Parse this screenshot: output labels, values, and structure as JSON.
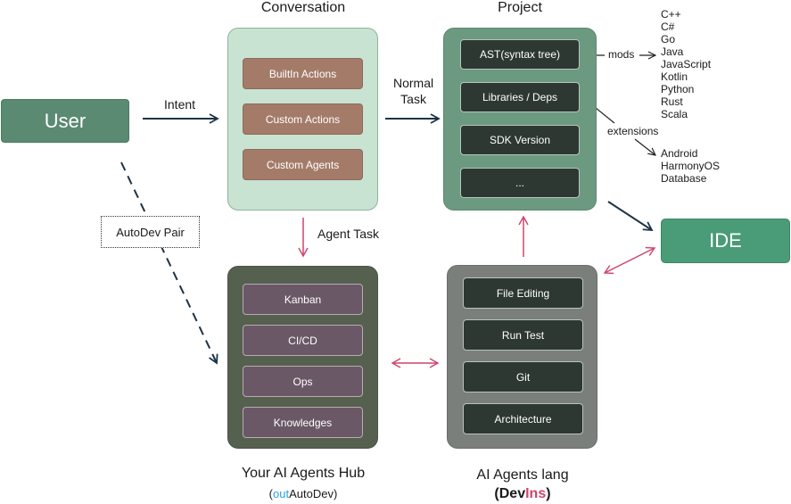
{
  "user": {
    "label": "User"
  },
  "ide": {
    "label": "IDE"
  },
  "conversation": {
    "title": "Conversation",
    "items": [
      "BuiltIn Actions",
      "Custom Actions",
      "Custom Agents"
    ]
  },
  "project": {
    "title": "Project",
    "items": [
      "AST(syntax tree)",
      "Libraries / Deps",
      "SDK Version",
      "..."
    ]
  },
  "hub": {
    "title": "Your AI Agents Hub",
    "subtitle_prefix": "(",
    "subtitle_out": "out",
    "subtitle_autodev": "AutoDev",
    "subtitle_suffix": ")",
    "items": [
      "Kanban",
      "CI/CD",
      "Ops",
      "Knowledges"
    ]
  },
  "lang": {
    "title": "AI Agents lang",
    "subtitle_prefix": "(",
    "subtitle_dev": "Dev",
    "subtitle_ins": "Ins",
    "subtitle_suffix": ")",
    "items": [
      "File Editing",
      "Run Test",
      "Git",
      "Architecture"
    ]
  },
  "edges": {
    "intent": "Intent",
    "normal_task_1": "Normal",
    "normal_task_2": "Task",
    "agent_task": "Agent Task",
    "autodev_pair": "AutoDev Pair",
    "mods": "mods",
    "extensions": "extensions"
  },
  "mods_list": [
    "C++",
    "C#",
    "Go",
    "Java",
    "JavaScript",
    "Kotlin",
    "Python",
    "Rust",
    "Scala"
  ],
  "extensions_list": [
    "Android",
    "HarmonyOS",
    "Database"
  ],
  "colors": {
    "user_box": "#5b8a72",
    "ide_box": "#4a9b77",
    "conversation_panel": "#c8e3d1",
    "project_panel": "#6b9a80",
    "hub_panel": "#55604f",
    "lang_panel": "#7b7f7b",
    "dark_arrow": "#1e3346",
    "pink_arrow": "#d1446c",
    "accent_blue": "#29a3e0",
    "accent_pink": "#d1446c"
  }
}
